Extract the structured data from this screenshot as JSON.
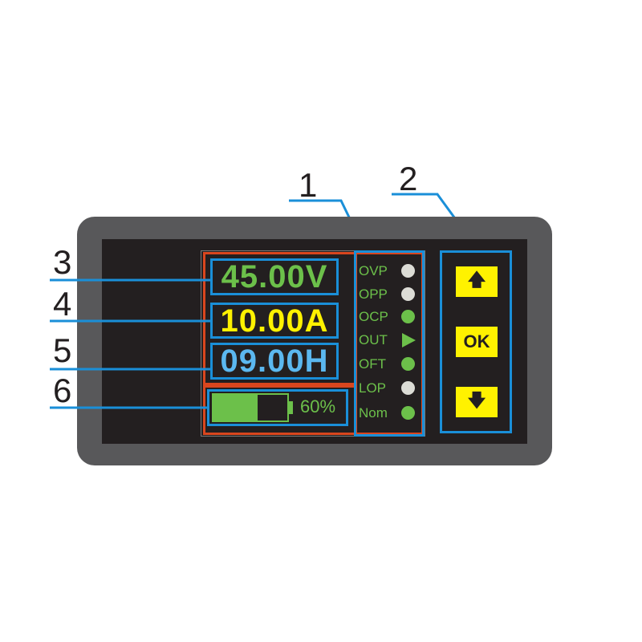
{
  "callouts": [
    "1",
    "2",
    "3",
    "4",
    "5",
    "6"
  ],
  "display": {
    "voltage": "45.00V",
    "current": "10.00A",
    "time": "09.00H",
    "battery_percent_label": "60%",
    "battery_level": 0.6
  },
  "indicators": [
    {
      "label": "OVP",
      "state": "off",
      "shape": "dot"
    },
    {
      "label": "OPP",
      "state": "off",
      "shape": "dot"
    },
    {
      "label": "OCP",
      "state": "on",
      "shape": "dot"
    },
    {
      "label": "OUT",
      "state": "on",
      "shape": "triangle"
    },
    {
      "label": "OFT",
      "state": "on",
      "shape": "dot"
    },
    {
      "label": "LOP",
      "state": "off",
      "shape": "dot"
    },
    {
      "label": "Nom",
      "state": "on",
      "shape": "dot"
    }
  ],
  "buttons": {
    "up": "up-arrow",
    "ok": "OK",
    "down": "down-arrow"
  },
  "colors": {
    "green": "#6cc04a",
    "yellow": "#fff200",
    "blue_text": "#5bb8f0",
    "callout": "#1a8fd8",
    "frame": "#d9461e"
  }
}
